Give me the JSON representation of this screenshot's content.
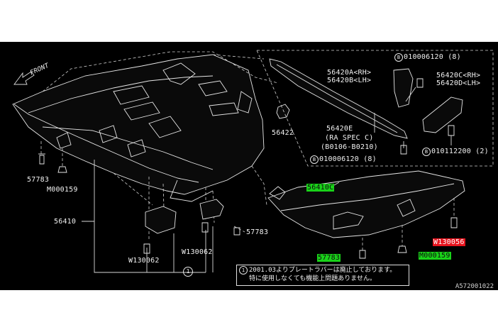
{
  "diagram": {
    "front_label": "FRONT",
    "parts": {
      "p56422": "56422",
      "p57783_left": "57783",
      "m000159_left": "M000159",
      "p56410": "56410",
      "w130062_left": "W130062",
      "w130062_mid": "W130062",
      "p57783_mid": "57783",
      "p56420a": "56420A<RH>",
      "p56420b": "56420B<LH>",
      "p56420c": "56420C<RH>",
      "p56420d": "56420D<LH>",
      "p56420e": "56420E",
      "ra_spec": "(RA SPEC C)",
      "ra_range": "(B0106-B0210)",
      "bolt_top": "010006120 (8)",
      "bolt_bottom_left": "010006120 (8)",
      "bolt_bottom_right": "010112200 (2)",
      "bolt_marker": "B",
      "p56410c": "56410C",
      "w130056": "W130056",
      "p57783_right": "57783",
      "m000159_right": "M000159"
    },
    "callout_marker": "1",
    "note_marker": "1",
    "note_line1": "2001.03よりプレートラバーは廃止しております。",
    "note_line2": "特に使用しなくても機能上問題ありません。",
    "ref_code": "A572001022"
  }
}
